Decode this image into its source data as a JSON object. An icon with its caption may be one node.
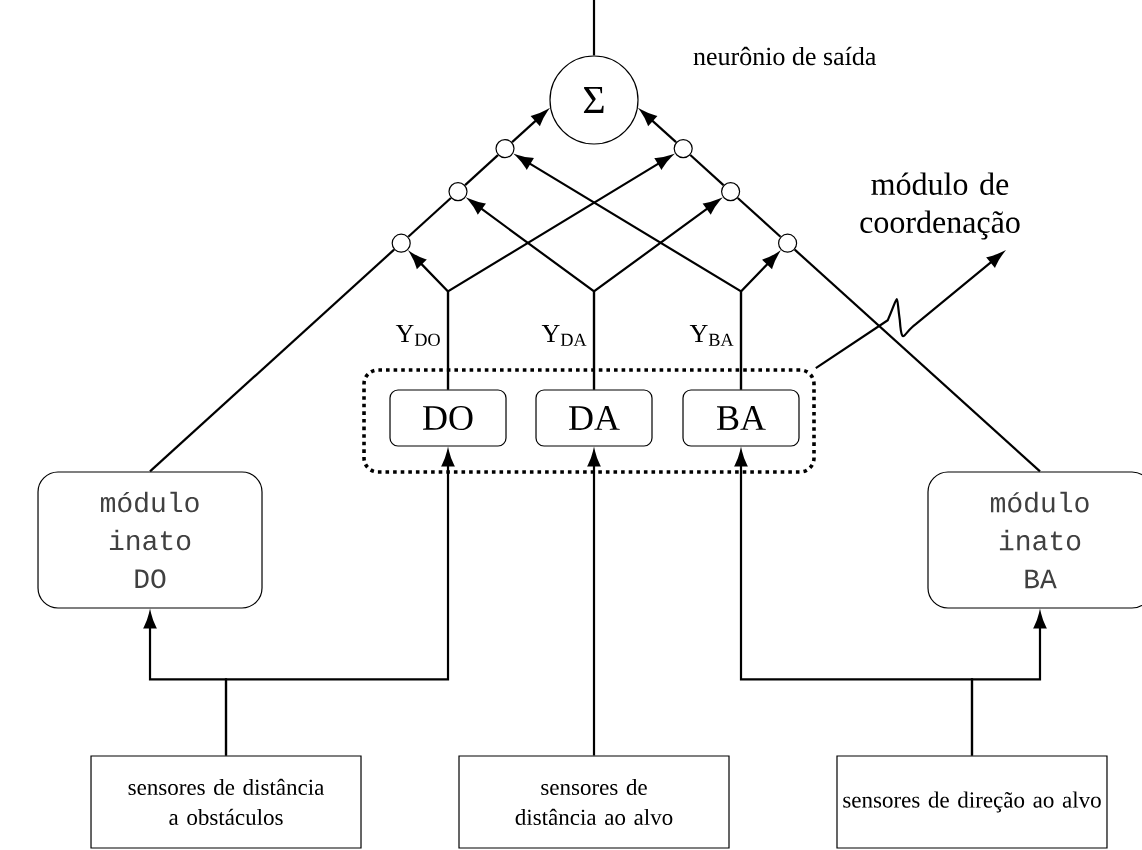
{
  "diagram": {
    "nodes": [
      {
        "text": [
          "Σ"
        ],
        "beside": [
          "neurônio de saída"
        ]
      },
      {
        "text": [],
        "shape": "circle"
      },
      {
        "text": [],
        "shape": "circle"
      },
      {
        "text": [],
        "shape": "circle"
      },
      {
        "text": [],
        "shape": "circle"
      },
      {
        "text": [],
        "shape": "circle"
      },
      {
        "text": [],
        "shape": "circle"
      },
      {
        "text": [
          "módulo de coordenação"
        ]
      },
      {
        "text": [],
        "shape": "box"
      },
      {
        "text": [
          "DO"
        ],
        "in": 8
      },
      {
        "text": [
          "DA"
        ],
        "in": 8
      },
      {
        "text": [
          "BA"
        ],
        "in": 8
      },
      {
        "text": [
          "módulo inato DO"
        ]
      },
      {
        "text": [
          "módulo inato BA"
        ]
      },
      {
        "text": [
          "sensores de distância a obstáculos"
        ]
      },
      {
        "text": [
          "sensores de distância ao alvo"
        ]
      },
      {
        "text": [
          "sensores de direção ao alvo"
        ]
      }
    ],
    "edges": [
      {
        "from": 0,
        "to": null,
        "arrow": "none"
      },
      {
        "from": 12,
        "to": 5,
        "arrow": "none"
      },
      {
        "from": 5,
        "to": 3,
        "arrow": "none"
      },
      {
        "from": 3,
        "to": 1,
        "arrow": "none"
      },
      {
        "from": 1,
        "to": 0,
        "arrow": "to"
      },
      {
        "from": 13,
        "to": 6,
        "arrow": "none"
      },
      {
        "from": 6,
        "to": 4,
        "arrow": "none"
      },
      {
        "from": 4,
        "to": 2,
        "arrow": "none"
      },
      {
        "from": 2,
        "to": 0,
        "arrow": "to"
      },
      {
        "from": 9,
        "to": 5,
        "arrow": "to",
        "label": "Y$_{DO}$"
      },
      {
        "from": 9,
        "to": 2,
        "arrow": "to"
      },
      {
        "from": 10,
        "to": 3,
        "arrow": "to",
        "label": "Y$_{DA}$"
      },
      {
        "from": 10,
        "to": 4,
        "arrow": "to"
      },
      {
        "from": 11,
        "to": 1,
        "arrow": "to",
        "label": "Y$_{BA}$"
      },
      {
        "from": 11,
        "to": 6,
        "arrow": "to"
      },
      {
        "from": 14,
        "to": 12,
        "arrow": "to"
      },
      {
        "from": 14,
        "to": 9,
        "arrow": "to"
      },
      {
        "from": 15,
        "to": 10,
        "arrow": "to"
      },
      {
        "from": 16,
        "to": 11,
        "arrow": "to"
      },
      {
        "from": 16,
        "to": 13,
        "arrow": "to"
      },
      {
        "from": 8,
        "to": 7,
        "arrow": "to"
      }
    ]
  }
}
